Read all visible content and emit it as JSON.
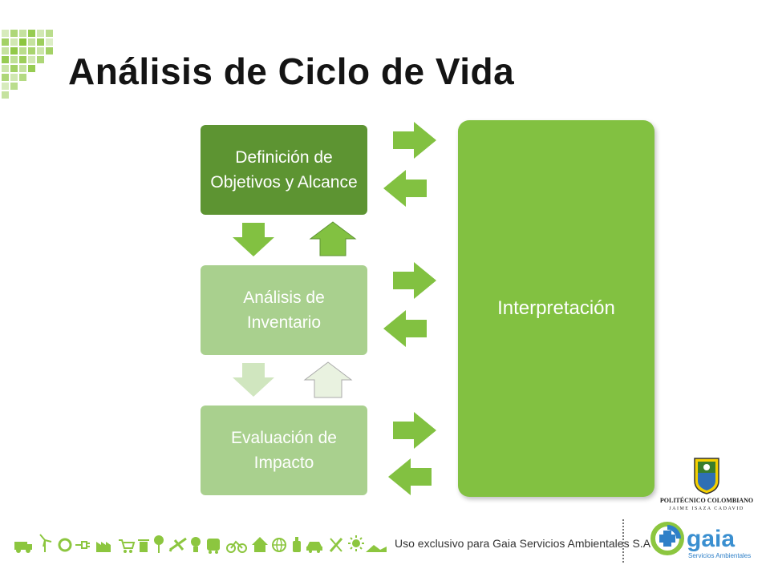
{
  "title": "Análisis de Ciclo de Vida",
  "diagram": {
    "stages": [
      {
        "label": "Definición de Objetivos y Alcance"
      },
      {
        "label": "Análisis de Inventario"
      },
      {
        "label": "Evaluación de Impacto"
      }
    ],
    "interpretation": {
      "label": "Interpretación"
    }
  },
  "colors": {
    "dark_green": "#5d9432",
    "light_green": "#a9d08e",
    "bright_green": "#82c141",
    "arrow_green": "#82c141",
    "pale_arrow": "#d0e6bf"
  },
  "footer": {
    "text": "Uso exclusivo para Gaia Servicios Ambientales S.A",
    "icons": [
      "truck-icon",
      "wind-turbine-icon",
      "recycle-icon",
      "plug-icon",
      "factory-icon",
      "cart-icon",
      "trash-icon",
      "tree-icon",
      "airplane-icon",
      "bulb-icon",
      "bus-icon",
      "bicycle-icon",
      "house-icon",
      "globe-icon",
      "bottle-icon",
      "car-icon",
      "tools-icon",
      "sun-icon"
    ]
  },
  "logos": {
    "politecnico": {
      "line1": "POLITÉCNICO COLOMBIANO",
      "line2": "JAIME ISAZA CADAVID"
    },
    "gaia": {
      "name": "gaia",
      "sub": "Servicios Ambientales"
    }
  }
}
